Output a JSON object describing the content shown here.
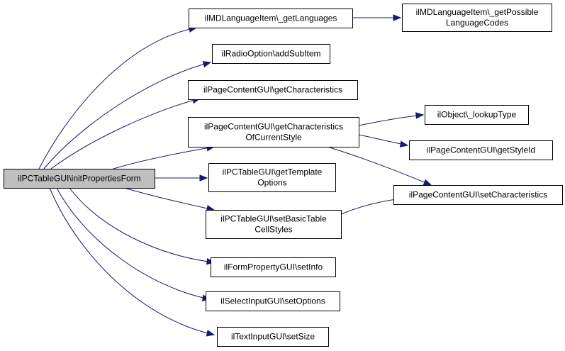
{
  "nodes": {
    "root": {
      "lines": [
        "ilPCTableGUI\\initPropertiesForm"
      ]
    },
    "get_languages": {
      "lines": [
        "ilMDLanguageItem\\_getLanguages"
      ]
    },
    "possible_codes": {
      "lines": [
        "ilMDLanguageItem\\_getPossible",
        "LanguageCodes"
      ]
    },
    "add_sub_item": {
      "lines": [
        "ilRadioOption\\addSubItem"
      ]
    },
    "get_characteristics": {
      "lines": [
        "ilPageContentGUI\\getCharacteristics"
      ]
    },
    "get_char_current": {
      "lines": [
        "ilPageContentGUI\\getCharacteristics",
        "OfCurrentStyle"
      ]
    },
    "lookup_type": {
      "lines": [
        "ilObject\\_lookupType"
      ]
    },
    "get_style_id": {
      "lines": [
        "ilPageContentGUI\\getStyleId"
      ]
    },
    "get_template_options": {
      "lines": [
        "ilPCTableGUI\\getTemplate",
        "Options"
      ]
    },
    "set_characteristics": {
      "lines": [
        "ilPageContentGUI\\setCharacteristics"
      ]
    },
    "set_basic_cell": {
      "lines": [
        "ilPCTableGUI\\setBasicTable",
        "CellStyles"
      ]
    },
    "set_info": {
      "lines": [
        "ilFormPropertyGUI\\setInfo"
      ]
    },
    "set_options": {
      "lines": [
        "ilSelectInputGUI\\setOptions"
      ]
    },
    "set_size": {
      "lines": [
        "ilTextInputGUI\\setSize"
      ]
    }
  },
  "colors": {
    "edge": "#191970",
    "root_fill": "#bfbfbf",
    "node_fill": "#ffffff",
    "border": "#000000"
  }
}
